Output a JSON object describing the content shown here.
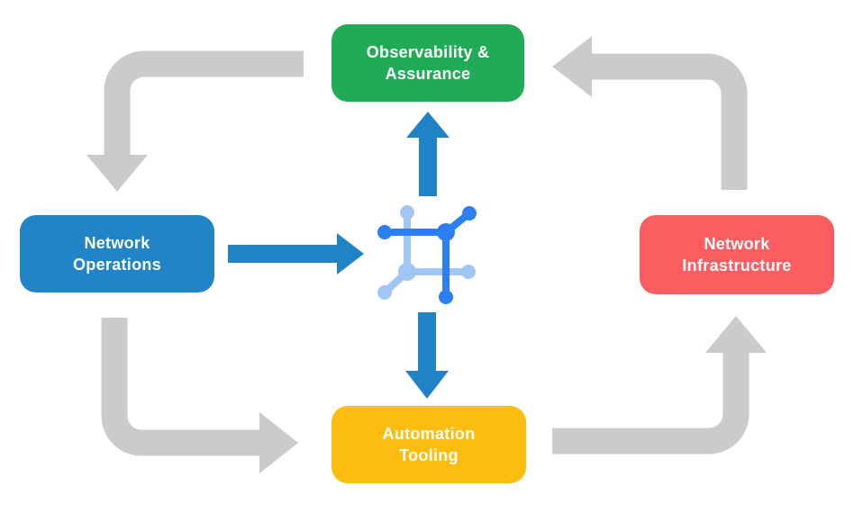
{
  "colors": {
    "background": "#FFFFFF",
    "observability_green": "#22AB57",
    "operations_blue": "#2084C6",
    "infrastructure_red": "#FB5D60",
    "tooling_yellow": "#FDBD10",
    "cycle_arrow_gray": "#CBCBCB",
    "flow_arrow_blue": "#2083C5",
    "icon_blue_dark": "#2B7FF2",
    "icon_blue_light": "#A2C6F3",
    "node_text": "#FFFFFF"
  },
  "diagram": {
    "type": "cycle-diagram",
    "nodes": [
      {
        "id": "observability-assurance",
        "label": "Observability & Assurance",
        "lines": [
          "Observability &",
          "Assurance"
        ],
        "color_key": "observability_green"
      },
      {
        "id": "network-operations",
        "label": "Network Operations",
        "lines": [
          "Network",
          "Operations"
        ],
        "color_key": "operations_blue"
      },
      {
        "id": "network-infrastructure",
        "label": "Network Infrastructure",
        "lines": [
          "Network",
          "Infrastructure"
        ],
        "color_key": "infrastructure_red"
      },
      {
        "id": "automation-tooling",
        "label": "Automation Tooling",
        "lines": [
          "Automation",
          "Tooling"
        ],
        "color_key": "tooling_yellow"
      }
    ],
    "center_icon": "network-mesh-icon",
    "cycle_arrows": [
      {
        "from": "observability-assurance",
        "to": "network-operations",
        "path": "left-then-down"
      },
      {
        "from": "network-operations",
        "to": "automation-tooling",
        "path": "down-then-right"
      },
      {
        "from": "automation-tooling",
        "to": "network-infrastructure",
        "path": "right-then-up"
      },
      {
        "from": "network-infrastructure",
        "to": "observability-assurance",
        "path": "up-then-left"
      }
    ],
    "flow_arrows": [
      {
        "from": "network-operations",
        "to": "center-icon",
        "direction": "right"
      },
      {
        "from": "center-icon",
        "to": "observability-assurance",
        "direction": "up"
      },
      {
        "from": "center-icon",
        "to": "automation-tooling",
        "direction": "down"
      }
    ]
  }
}
